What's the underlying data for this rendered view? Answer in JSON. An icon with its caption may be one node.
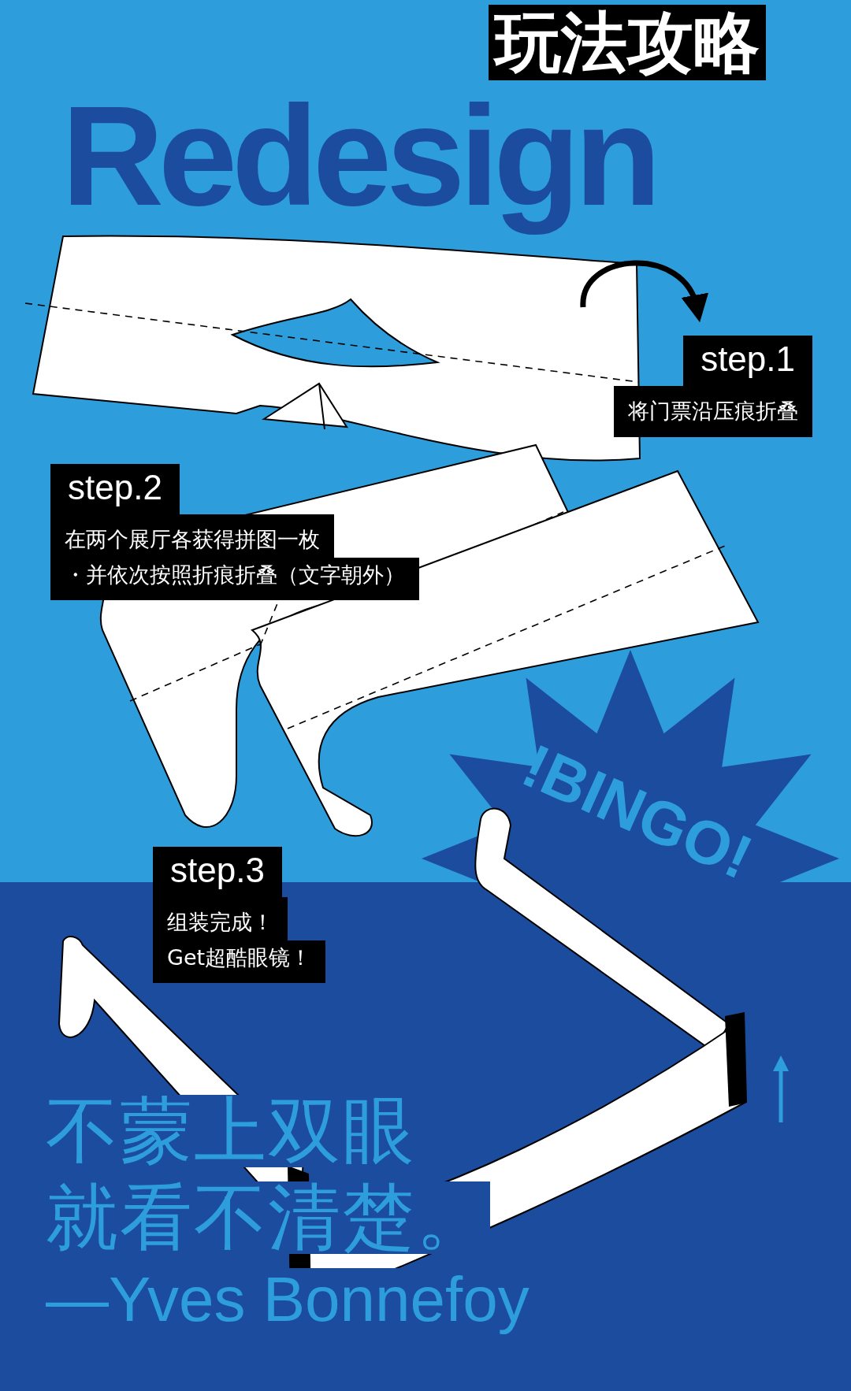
{
  "diagram": {
    "title": "玩法攻略",
    "nodes": [
      {
        "text": [
          "step.1",
          "将门票沿压痕折叠"
        ]
      },
      {
        "text": [
          "step.2",
          "在两个展厅各获得拼图一枚",
          "・并依次按照折痕折叠（文字朝外）"
        ]
      },
      {
        "text": [
          "step.3",
          "组装完成！",
          "Get超酷眼镜！"
        ]
      },
      {
        "text": [
          "!BINGO!"
        ]
      }
    ],
    "labels": [
      "Redesign",
      "不蒙上双眼",
      "就看不清楚。",
      "—Yves Bonnefoy"
    ]
  }
}
